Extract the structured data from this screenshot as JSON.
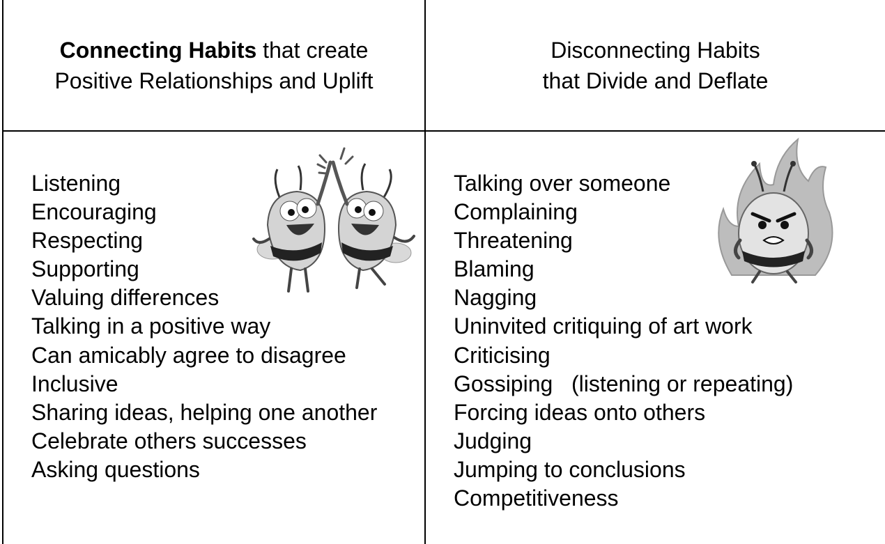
{
  "left_header": {
    "bold": "Connecting Habits",
    "rest_line1": " that create",
    "line2": "Positive Relationships and Uplift"
  },
  "right_header": {
    "line1": "Disconnecting Habits",
    "line2": "that Divide and Deflate"
  },
  "connecting_habits": [
    "Listening",
    "Encouraging",
    "Respecting",
    "Supporting",
    "Valuing differences",
    "Talking in a positive way",
    "Can amicably agree to disagree",
    "Inclusive",
    "Sharing ideas, helping one another",
    "Celebrate others successes",
    "Asking questions"
  ],
  "disconnecting_habits": [
    "Talking over someone",
    "Complaining",
    "Threatening",
    "Blaming",
    "Nagging",
    "Uninvited critiquing of art work",
    "Criticising",
    "Gossiping   (listening or repeating)",
    "Forcing ideas onto others",
    "Judging",
    "Jumping to conclusions",
    "Competitiveness"
  ],
  "illustrations": {
    "left": "high-five-bees-illustration",
    "right": "angry-fire-bee-illustration"
  },
  "colors": {
    "border": "#000000",
    "text": "#000000",
    "background": "#ffffff"
  }
}
